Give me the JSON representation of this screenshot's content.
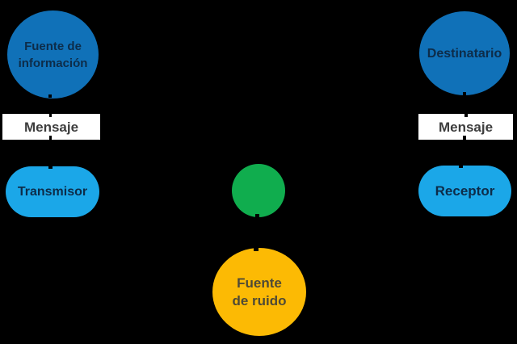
{
  "canvas": {
    "background": "#000000"
  },
  "palette": {
    "source_destination_circle": "#1071B8",
    "transmitter_receiver_pill": "#1BA7E8",
    "signal_circle": "#10AD4E",
    "noise_circle": "#FCBA04",
    "message_box": "#FFFFFF",
    "label_navy": "#0D2C49",
    "label_gray": "#3D3D3D",
    "label_olive": "#4F4A36"
  },
  "diagram": {
    "info_source": {
      "line1": "Fuente de",
      "line2": "información"
    },
    "destination": {
      "label": "Destinatario"
    },
    "message_left": {
      "label": "Mensaje"
    },
    "message_right": {
      "label": "Mensaje"
    },
    "transmitter": {
      "label": "Transmisor"
    },
    "receiver": {
      "label": "Receptor"
    },
    "signal": {
      "label": ""
    },
    "noise_source": {
      "line1": "Fuente",
      "line2": "de ruido"
    }
  }
}
